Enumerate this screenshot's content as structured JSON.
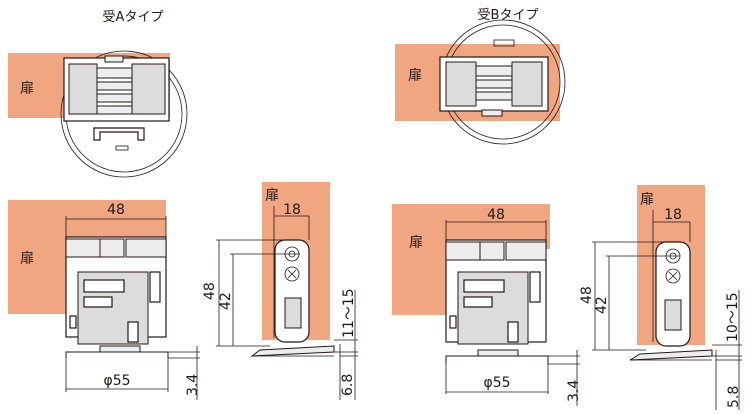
{
  "labels": {
    "type_a": "受Aタイプ",
    "type_b": "受Bタイプ",
    "door": "扉"
  },
  "dims": {
    "a_front_width": "48",
    "a_base_diameter": "φ55",
    "a_base_height": "3.4",
    "a_side_width": "18",
    "a_side_height_outer": "48",
    "a_side_height_inner": "42",
    "a_side_gap": "11～15",
    "a_side_base": "6.8",
    "b_front_width": "48",
    "b_base_diameter": "φ55",
    "b_base_height": "3.4",
    "b_side_width": "18",
    "b_side_height_outer": "48",
    "b_side_height_inner": "42",
    "b_side_gap": "10～15",
    "b_side_base": "5.8"
  },
  "colors": {
    "door": "#f0a680",
    "line": "#231815",
    "part_grey": "#dcdcdc"
  }
}
